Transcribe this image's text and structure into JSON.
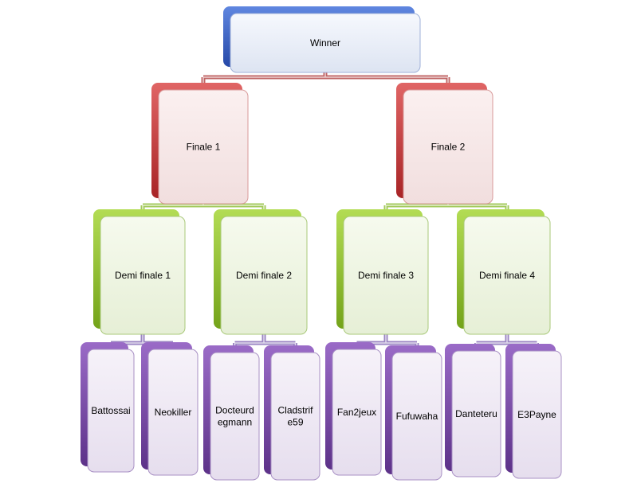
{
  "colors": {
    "winner": "#3a63c7",
    "finale": "#c8383a",
    "demi": "#8fbf2a",
    "player": "#7b4aa8",
    "connector_final": "#b54a4a",
    "connector_demi": "#93c03f",
    "connector_player": "#8a70b8"
  },
  "bracket": {
    "winner": "Winner",
    "finals": [
      {
        "label": "Finale 1"
      },
      {
        "label": "Finale 2"
      }
    ],
    "semis": [
      {
        "label": "Demi finale 1"
      },
      {
        "label": "Demi finale 2"
      },
      {
        "label": "Demi finale 3"
      },
      {
        "label": "Demi finale 4"
      }
    ],
    "players": [
      {
        "lines": [
          "Battossai"
        ]
      },
      {
        "lines": [
          "Neokiller"
        ]
      },
      {
        "lines": [
          "Docteurd",
          "egmann"
        ]
      },
      {
        "lines": [
          "Cladstrif",
          "e59"
        ]
      },
      {
        "lines": [
          "Fan2jeux"
        ]
      },
      {
        "lines": [
          "Fufuwaha"
        ]
      },
      {
        "lines": [
          "Danteteru"
        ]
      },
      {
        "lines": [
          "E3Payne"
        ]
      }
    ]
  }
}
